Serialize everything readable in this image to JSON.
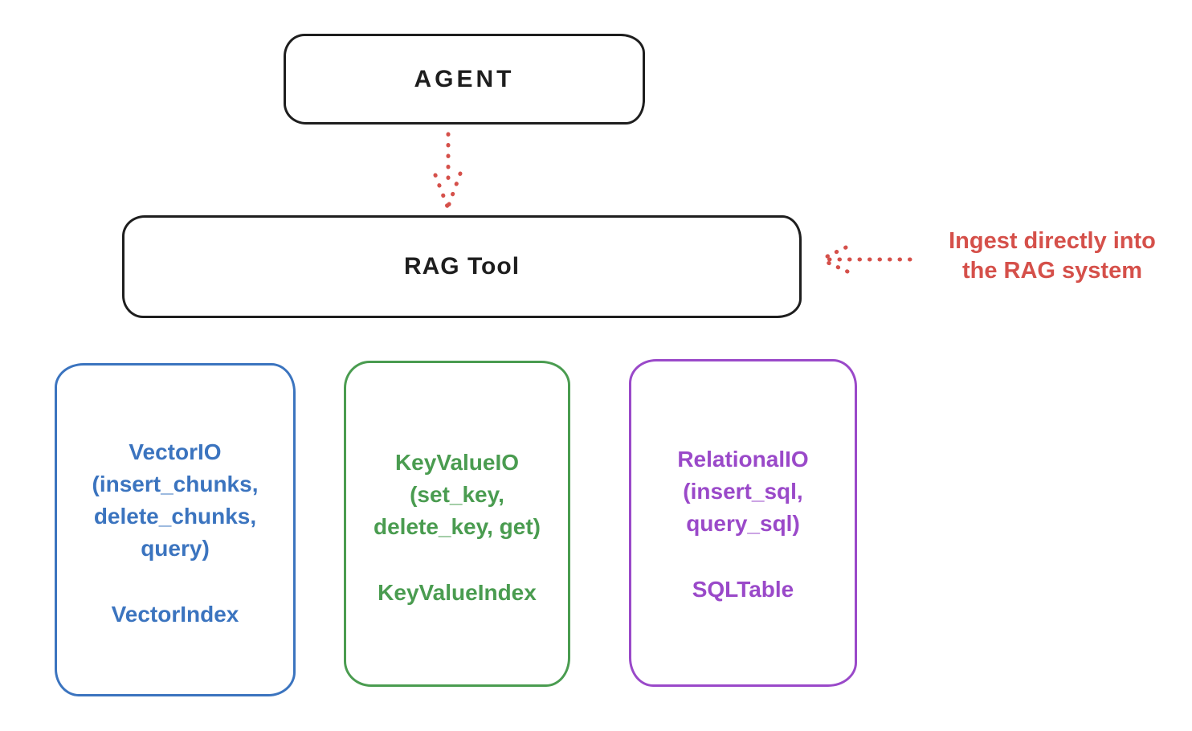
{
  "diagram": {
    "agent": {
      "label": "AGENT"
    },
    "rag_tool": {
      "label": "RAG Tool"
    },
    "annotation": {
      "line1": "Ingest directly into",
      "line2": "the RAG system"
    },
    "io_boxes": {
      "vector": {
        "methods": "VectorIO\n(insert_chunks,\ndelete_chunks,\nquery)",
        "index": "VectorIndex"
      },
      "keyvalue": {
        "methods": "KeyValueIO\n(set_key,\ndelete_key, get)",
        "index": "KeyValueIndex"
      },
      "relational": {
        "methods": "RelationalIO\n(insert_sql,\nquery_sql)",
        "index": "SQLTable"
      }
    },
    "colors": {
      "stroke": "#1e1e1e",
      "red": "#d5504a",
      "blue": "#3b74bf",
      "green": "#4a9c50",
      "purple": "#9a49c9",
      "background": "#ffffff"
    }
  }
}
